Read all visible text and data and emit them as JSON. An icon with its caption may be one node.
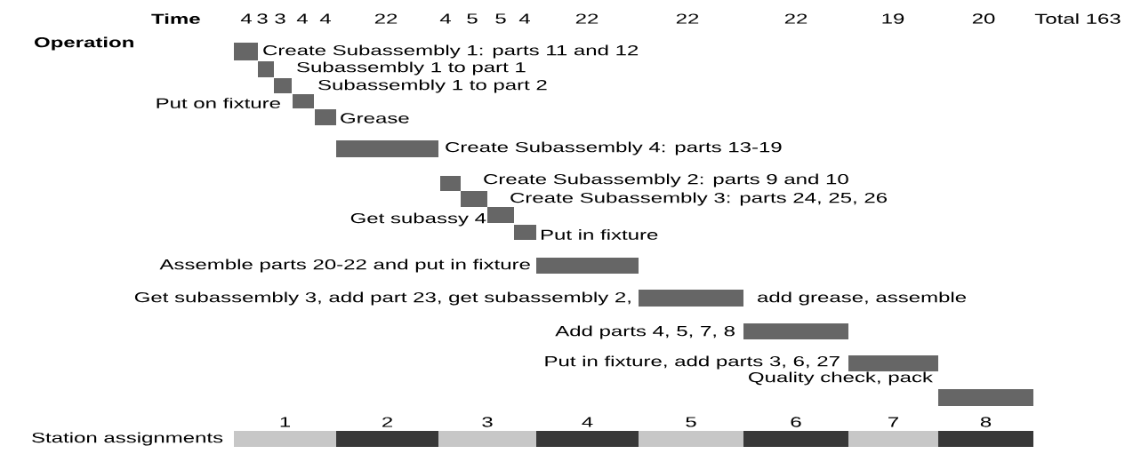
{
  "diagram": {
    "nodes": [
      {
        "text": [],
        "shape": "bar",
        "beside": [
          "Create Subassembly 1: parts 11 and 12"
        ]
      },
      {
        "text": [],
        "shape": "bar"
      },
      {
        "text": [],
        "shape": "bar"
      },
      {
        "text": [],
        "shape": "bar",
        "beside": [
          "Put on fixture"
        ]
      },
      {
        "text": [],
        "shape": "bar",
        "beside": [
          "Grease"
        ]
      },
      {
        "text": [],
        "shape": "bar",
        "beside": [
          "Create Subassembly 4: parts 13-19"
        ]
      },
      {
        "text": [],
        "shape": "bar"
      },
      {
        "text": [],
        "shape": "bar"
      },
      {
        "text": [],
        "shape": "bar",
        "beside": [
          "Get subassy 4"
        ]
      },
      {
        "text": [],
        "shape": "bar",
        "beside": [
          "Put in fixture"
        ]
      },
      {
        "text": [],
        "shape": "bar",
        "beside": [
          "Assemble parts 20-22 and put in fixture"
        ]
      },
      {
        "text": [],
        "shape": "bar",
        "beside": [
          "Get subassembly 3, add part 23, get subassembly 2,",
          "add grease, assemble"
        ]
      },
      {
        "text": [],
        "shape": "bar",
        "beside": [
          "Add parts 4, 5, 7, 8"
        ]
      },
      {
        "text": [],
        "shape": "bar",
        "beside": [
          "Put in fixture, add parts 3, 6, 27"
        ]
      },
      {
        "text": [],
        "shape": "bar",
        "beside": [
          "Quality check, pack"
        ]
      },
      {
        "text": [],
        "shape": "bar",
        "beside": [
          "1"
        ]
      },
      {
        "text": [],
        "shape": "bar",
        "beside": [
          "2"
        ]
      },
      {
        "text": [],
        "shape": "bar",
        "beside": [
          "3"
        ]
      },
      {
        "text": [],
        "shape": "bar",
        "beside": [
          "4"
        ]
      },
      {
        "text": [],
        "shape": "bar",
        "beside": [
          "5"
        ]
      },
      {
        "text": [],
        "shape": "bar",
        "beside": [
          "6"
        ]
      },
      {
        "text": [],
        "shape": "bar",
        "beside": [
          "7"
        ]
      },
      {
        "text": [],
        "shape": "bar",
        "beside": [
          "8"
        ]
      }
    ],
    "labels": [
      "Time",
      "4",
      "3",
      "3",
      "4",
      "4",
      "22",
      "4",
      "5",
      "5",
      "4",
      "22",
      "22",
      "22",
      "19",
      "20",
      "Total 163",
      "Operation",
      "Subassembly 1 to part 1",
      "Subassembly 1 to part 2",
      "Create Subassembly 2: parts 9 and 10",
      "Create Subassembly 3: parts 24, 25, 26",
      "Station assignments"
    ]
  }
}
